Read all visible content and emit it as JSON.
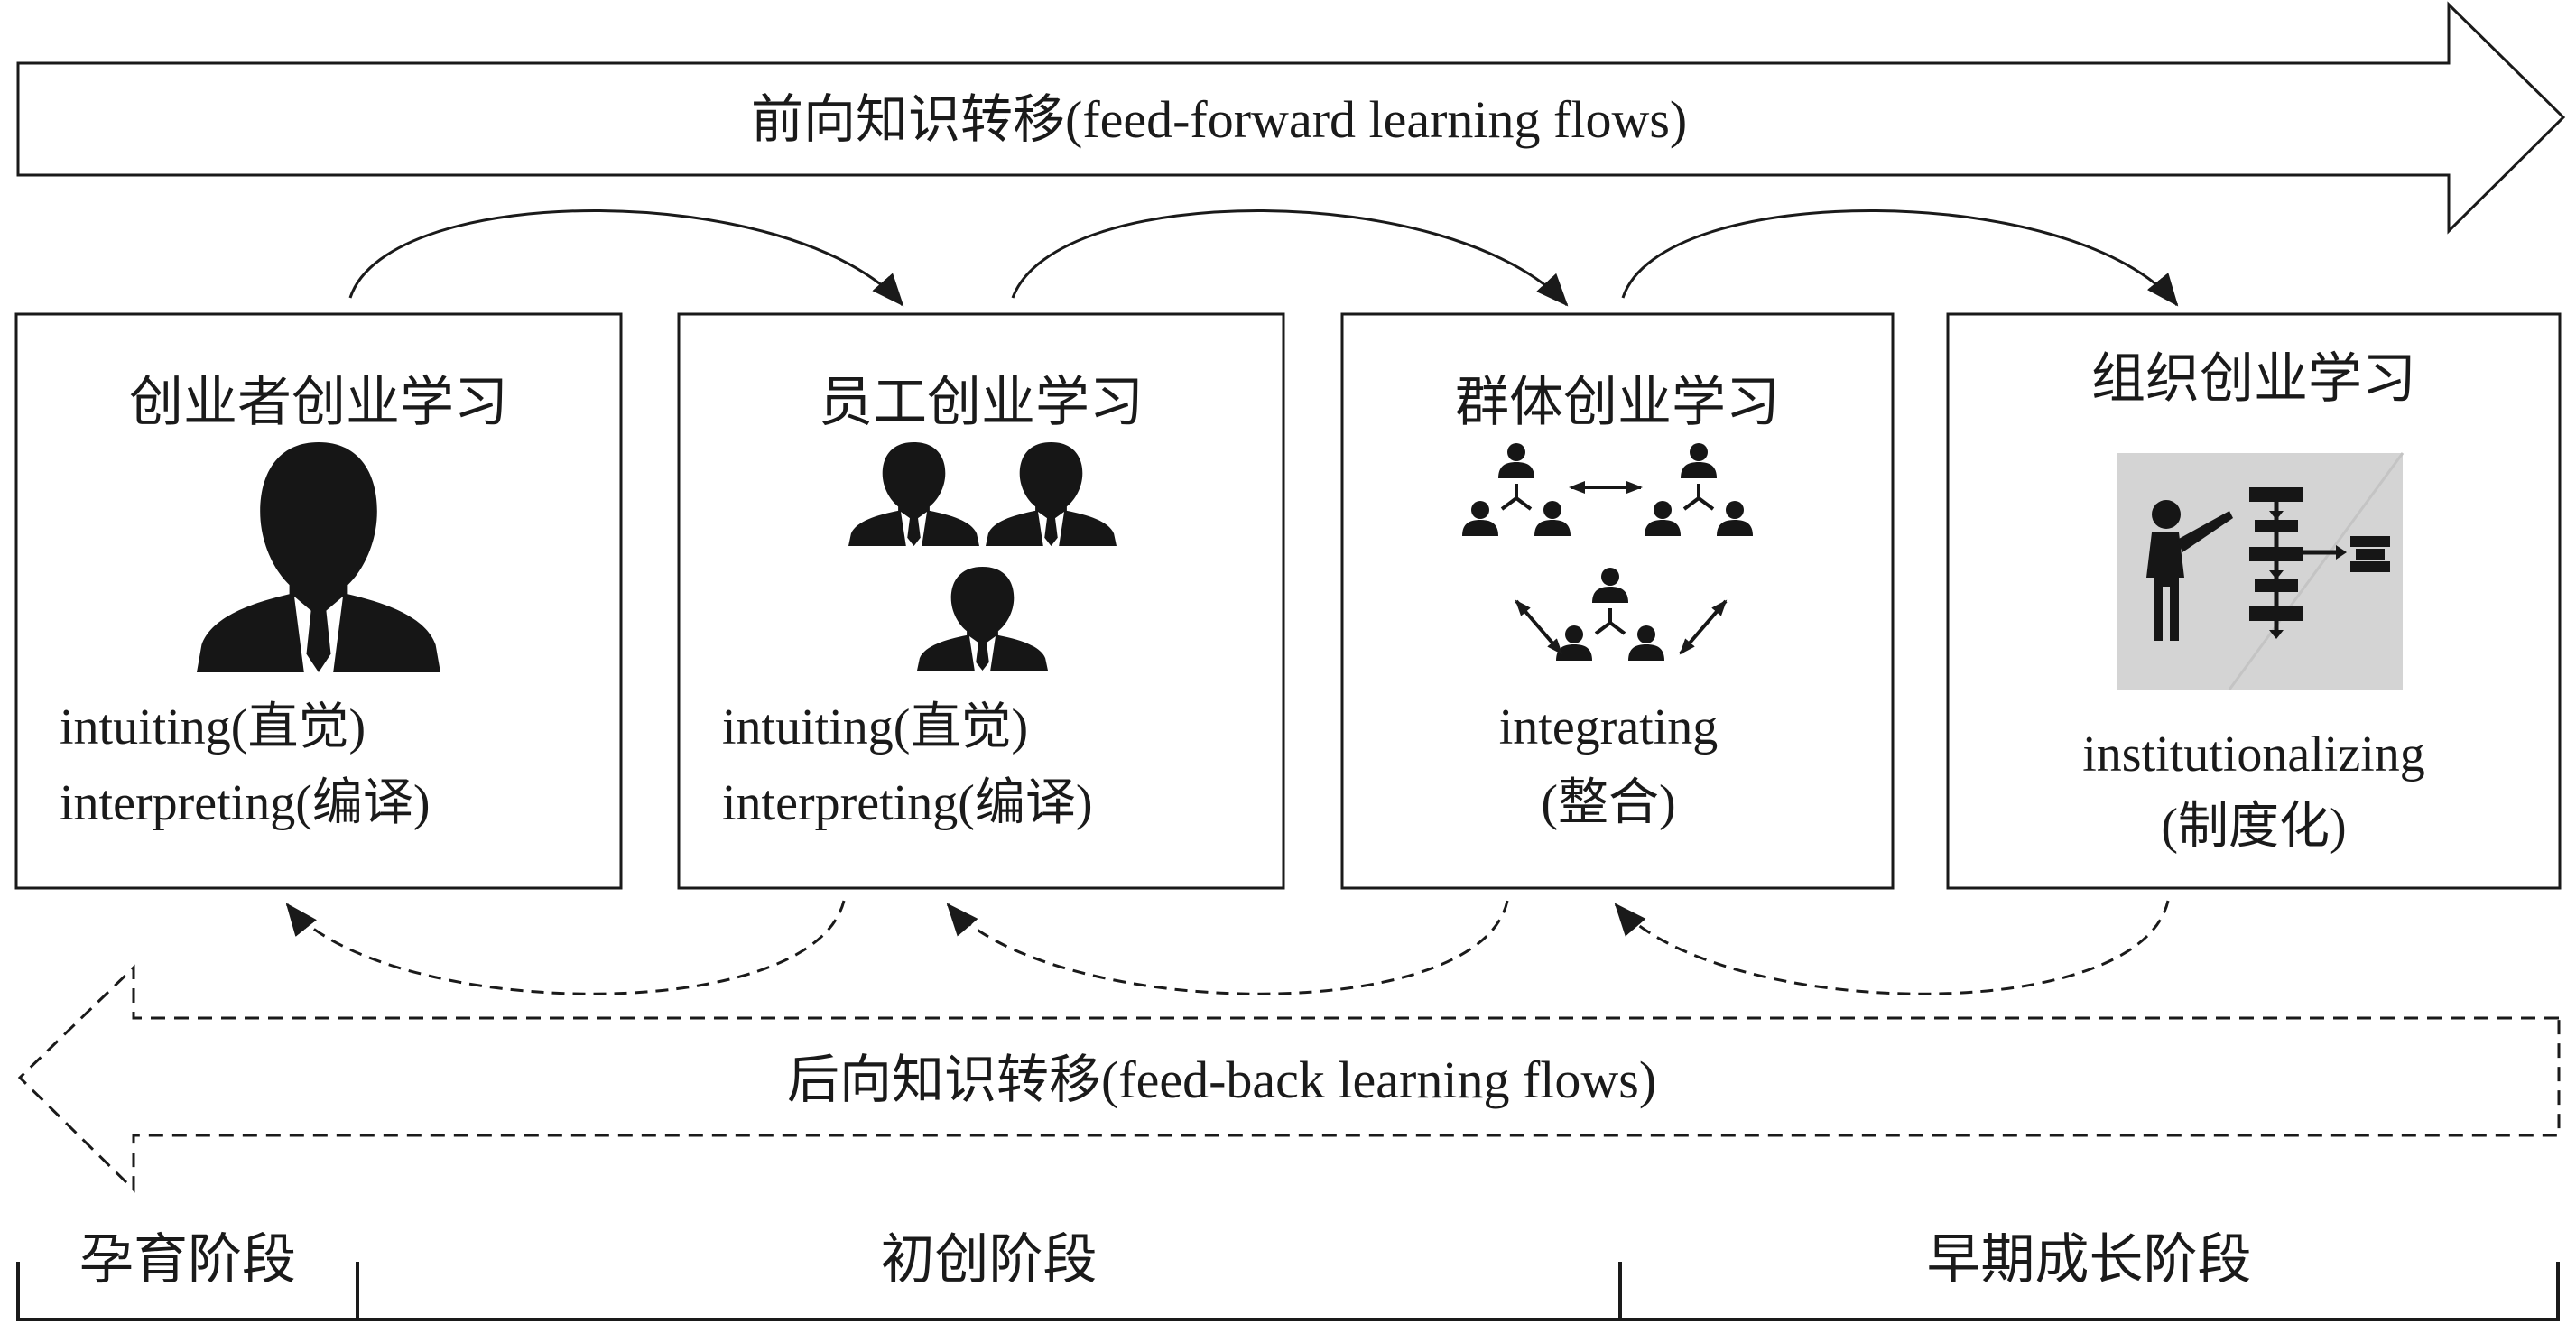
{
  "forward_flow": {
    "label": "前向知识转移(feed-forward learning flows)"
  },
  "feedback_flow": {
    "label": "后向知识转移(feed-back learning flows)"
  },
  "boxes": [
    {
      "title": "创业者创业学习",
      "lines": [
        "intuiting(直觉)",
        "interpreting(编译)"
      ],
      "icon": "single-person-icon"
    },
    {
      "title": "员工创业学习",
      "lines": [
        "intuiting(直觉)",
        "interpreting(编译)"
      ],
      "icon": "three-people-icon"
    },
    {
      "title": "群体创业学习",
      "lines": [
        "integrating",
        "(整合)"
      ],
      "icon": "connected-groups-icon"
    },
    {
      "title": "组织创业学习",
      "lines": [
        "institutionalizing",
        "(制度化)"
      ],
      "icon": "presenter-flowchart-icon"
    }
  ],
  "stages": [
    {
      "label": "孕育阶段"
    },
    {
      "label": "初创阶段"
    },
    {
      "label": "早期成长阶段"
    }
  ],
  "colors": {
    "ink": "#1a1a1a",
    "icon_panel": "#d4d4d4",
    "background": "#ffffff"
  }
}
